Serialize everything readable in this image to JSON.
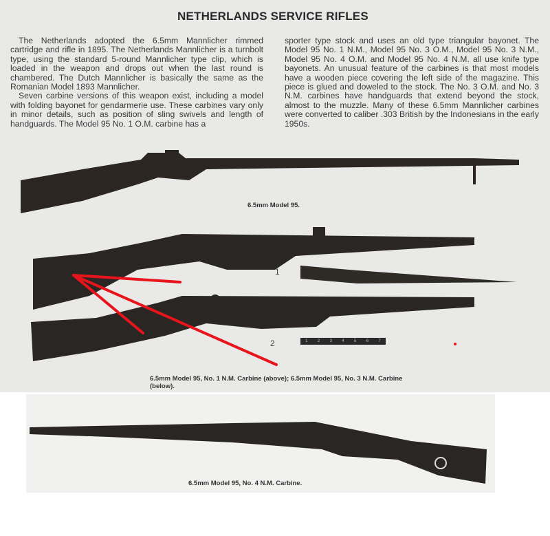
{
  "title": "NETHERLANDS SERVICE RIFLES",
  "column1": [
    "The Netherlands adopted the 6.5mm Mannlicher rimmed cartridge and rifle in 1895. The Netherlands Mannlicher is a turnbolt type, using the standard 5-round Mannlicher type clip, which is loaded in the weapon and drops out when the last round is chambered. The Dutch Mannlicher is basically the same as the Romanian Model 1893 Mannlicher.",
    "Seven carbine versions of this weapon exist, including a model with folding bayonet for gendarmerie use. These carbines vary only in minor details, such as position of sling swivels and length of handguards. The Model 95 No. 1 O.M. carbine has a"
  ],
  "column2": "sporter type stock and uses an old type triangular bayonet. The Model 95 No. 1 N.M., Model 95 No. 3 O.M., Model 95 No. 3 N.M., Model 95 No. 4 O.M. and Model 95 No. 4 N.M. all use knife type bayonets. An unusual feature of the carbines is that most models have a wooden piece covering the left side of the magazine. This piece is glued and doweled to the stock. The No. 3 O.M. and No. 3 N.M. carbines have handguards that extend beyond the stock, almost to the muzzle. Many of these 6.5mm Mannlicher carbines were converted to caliber .303 British by the Indonesians in the early 1950s.",
  "captions": {
    "rifle": "6.5mm Model 95.",
    "carbines": "6.5mm Model 95, No. 1 N.M. Carbine (above); 6.5mm Model 95, No. 3 N.M. Carbine (below).",
    "no4": "6.5mm Model 95, No. 4 N.M. Carbine."
  },
  "labels": {
    "one": "1",
    "two": "2"
  },
  "ruler": [
    "1",
    "2",
    "3",
    "4",
    "5",
    "6",
    "7"
  ],
  "colors": {
    "annotation": "#e8141c"
  }
}
